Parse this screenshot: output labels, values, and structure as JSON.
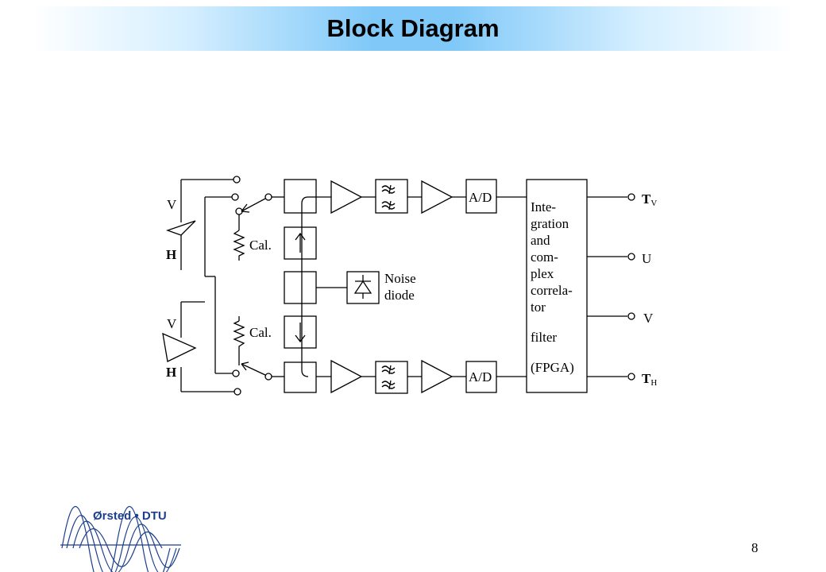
{
  "title": "Block Diagram",
  "labels": {
    "v_top": "V",
    "h_top": "H",
    "v_bottom": "V",
    "h_bottom": "H",
    "cal_top": "Cal.",
    "cal_bottom": "Cal.",
    "noise_line1": "Noise",
    "noise_line2": "diode",
    "ad_top": "A/D",
    "ad_bottom": "A/D",
    "fpga_lines": [
      "Inte-",
      "gration",
      "and",
      "com-",
      "plex",
      "correla-",
      "tor",
      "filter",
      "(FPGA)"
    ],
    "out_tv_main": "T",
    "out_tv_sub": "V",
    "out_u": "U",
    "out_v": "V",
    "out_th_main": "T",
    "out_th_sub": "H"
  },
  "footer": {
    "logo_text": "Ørsted • DTU",
    "page_number": "8"
  },
  "colors": {
    "title_band": "#7fc8f8",
    "logo_blue": "#1c3f8c"
  }
}
